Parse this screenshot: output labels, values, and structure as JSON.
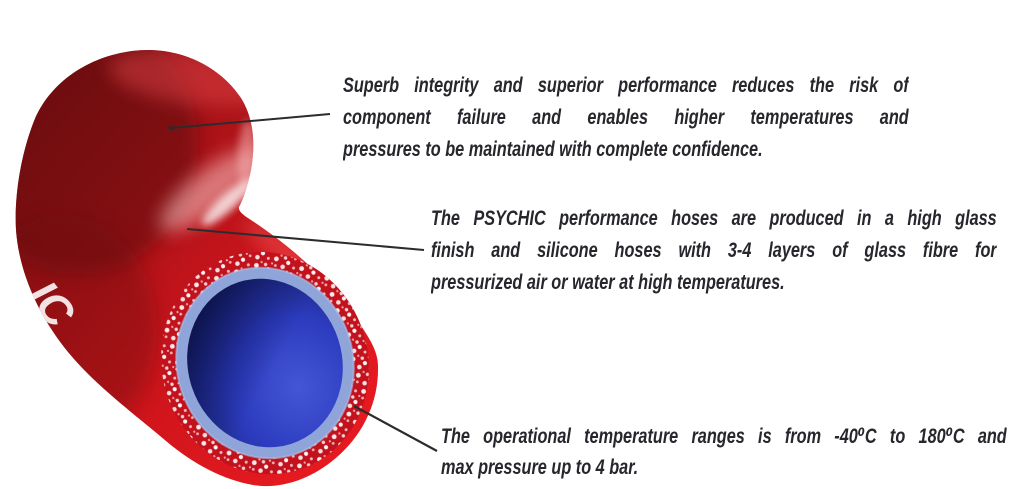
{
  "page": {
    "background": "#ffffff"
  },
  "hose": {
    "brand_fragment": "IC",
    "colors": {
      "body_red": "#d2151c",
      "body_dark_red": "#7d0e13",
      "cut_band_red": "#c2121d",
      "speckle_white": "#ffffff",
      "liner_blue": "#8fa5da",
      "bore_blue": "#2c3bbe",
      "bore_shadow": "#10164e"
    }
  },
  "leader_line_color": "#2c2c2e",
  "text": {
    "color": "#26262c",
    "annotations": [
      {
        "id": "integrity",
        "lines": [
          "Superb integrity and superior performance reduces the risk of",
          "component failure and enables higher temperatures and",
          "pressures to be maintained with complete confidence."
        ]
      },
      {
        "id": "construction",
        "lines": [
          "The PSYCHIC performance hoses are produced in a high glass",
          "finish and silicone hoses with 3-4 layers of glass fibre for",
          "pressurized air or water at high temperatures."
        ]
      },
      {
        "id": "temperature",
        "lines": [
          "The operational temperature ranges is from -40⁰C to 180⁰C and",
          "max pressure up to 4 bar."
        ]
      }
    ]
  }
}
